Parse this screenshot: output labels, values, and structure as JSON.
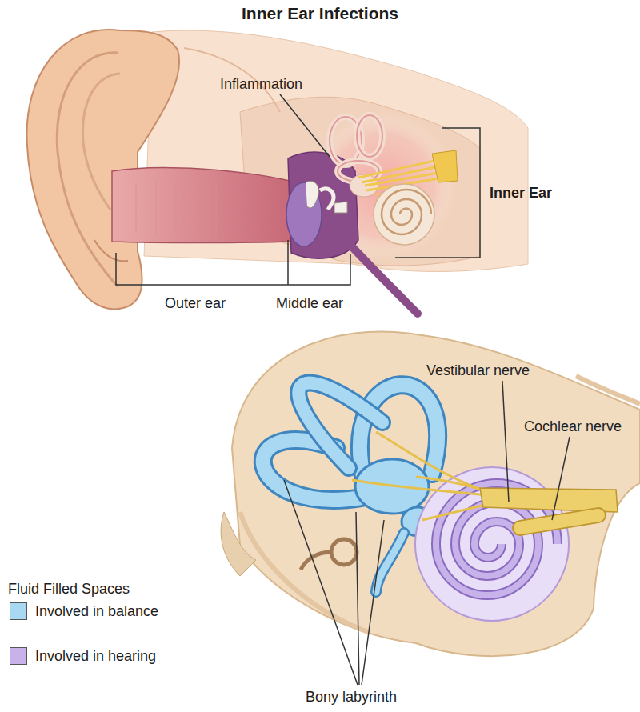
{
  "diagram": {
    "title": "Inner Ear Infections",
    "labels": [
      "Inflammation",
      "Inner Ear",
      "Outer ear",
      "Middle ear",
      "Vestibular nerve",
      "Cochlear nerve",
      "Fluid Filled Spaces",
      "Bony labyrinth"
    ],
    "legend": [
      {
        "text": "Involved in balance",
        "color": "#a9d8f2"
      },
      {
        "text": "Involved in hearing",
        "color": "#c7b3ea"
      }
    ]
  }
}
